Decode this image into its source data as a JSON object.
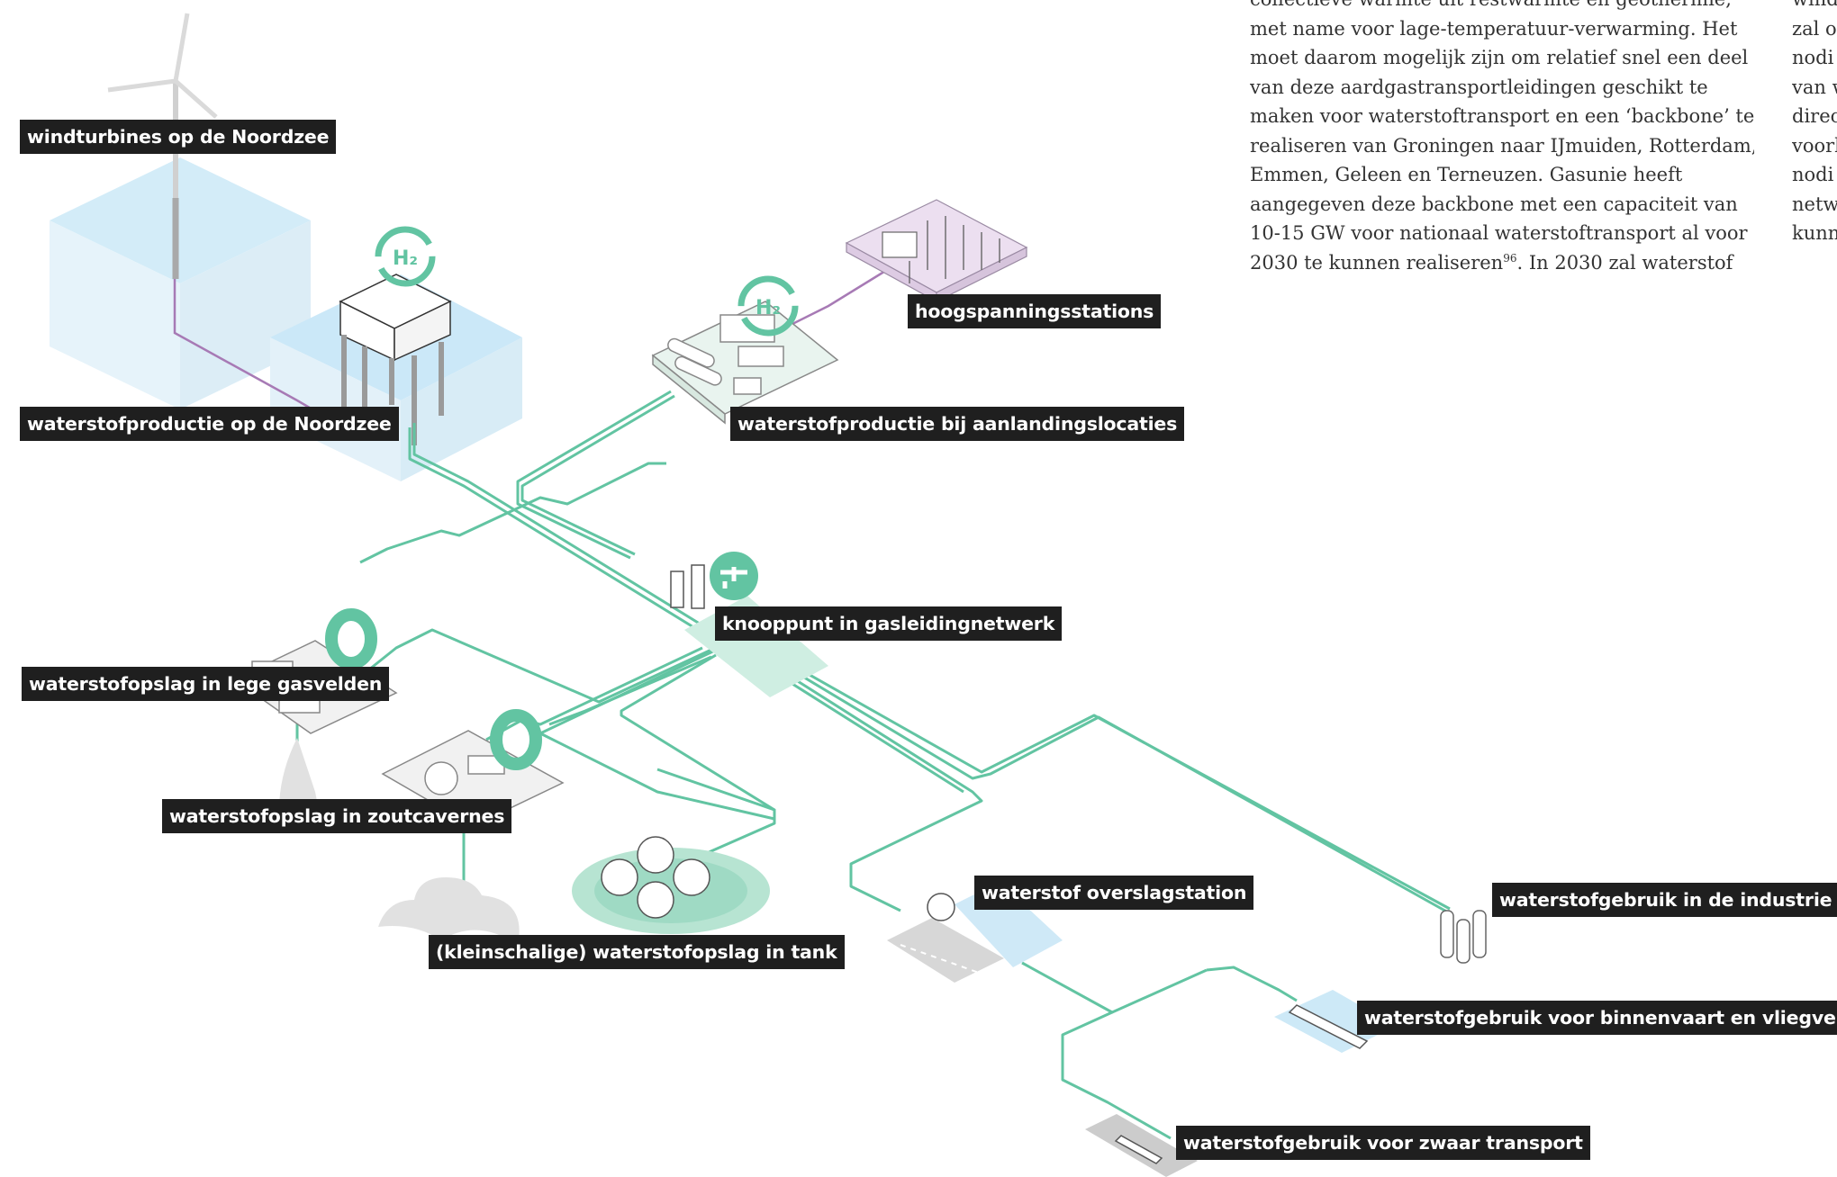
{
  "labels": {
    "windturbines": "windturbines op de Noordzee",
    "productie_noordzee": "waterstofproductie op de Noordzee",
    "hoogspanning": "hoogspanningsstations",
    "productie_aanlanding": "waterstofproductie bij aanlandingslocaties",
    "knooppunt": "knooppunt in gasleidingnetwerk",
    "opslag_gasvelden": "waterstofopslag in lege gasvelden",
    "opslag_zoutcavernes": "waterstofopslag in zoutcavernes",
    "opslag_tank": "(kleinschalige) waterstofopslag in tank",
    "overslagstation": "waterstof overslagstation",
    "gebruik_industrie": "waterstofgebruik in de industrie",
    "gebruik_binnenvaart": "waterstofgebruik voor binnenvaart en vliegverkeer",
    "gebruik_zwaar_transport": "waterstofgebruik voor zwaar transport"
  },
  "icons": {
    "h2_symbol": "H₂"
  },
  "text_column_1": [
    "collectieve warmte uit restwarmte en geothermie,",
    "met name voor lage-temperatuur-verwarming. Het",
    "moet daarom mogelijk zijn om relatief snel een deel",
    "van deze aardgastransportleidingen geschikt te",
    "maken voor waterstoftransport en een ‘backbone’ te",
    "realiseren van Groningen naar IJmuiden, Rotterdam,",
    "Emmen, Geleen en Terneuzen. Gasunie heeft",
    "aangegeven deze backbone met een capaciteit van",
    "10-15 GW voor nationaal waterstoftransport al voor"
  ],
  "text_column_1_last": {
    "before": "2030 te kunnen realiseren",
    "footnote": "96",
    "after": ". In 2030 zal waterstof"
  },
  "text_column_2": [
    "wind",
    "zal o",
    "nodi",
    "van w",
    "direc",
    "voorl",
    "nodi",
    "netw",
    "kunn"
  ],
  "colors": {
    "pipe_green": "#62c4a2",
    "electric_purple": "#a77ab5",
    "label_bg": "#1f1f1f",
    "water_blue": "#cdeaf8"
  }
}
